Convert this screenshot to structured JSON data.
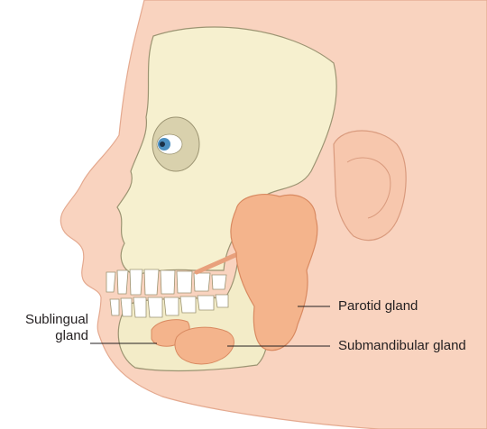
{
  "labels": {
    "sublingual_line1": "Sublingual",
    "sublingual_line2": "gland",
    "parotid": "Parotid gland",
    "submandibular": "Submandibular gland"
  },
  "colors": {
    "skin": "#f9cdb7",
    "skin_dark": "#e9a98e",
    "bone": "#f5efc9",
    "bone_outline": "#9c9472",
    "gland": "#f4b48c",
    "gland_outline": "#d98a61",
    "teeth": "#ffffff",
    "iris": "#4c8fc0",
    "leader_line": "#231f20"
  }
}
